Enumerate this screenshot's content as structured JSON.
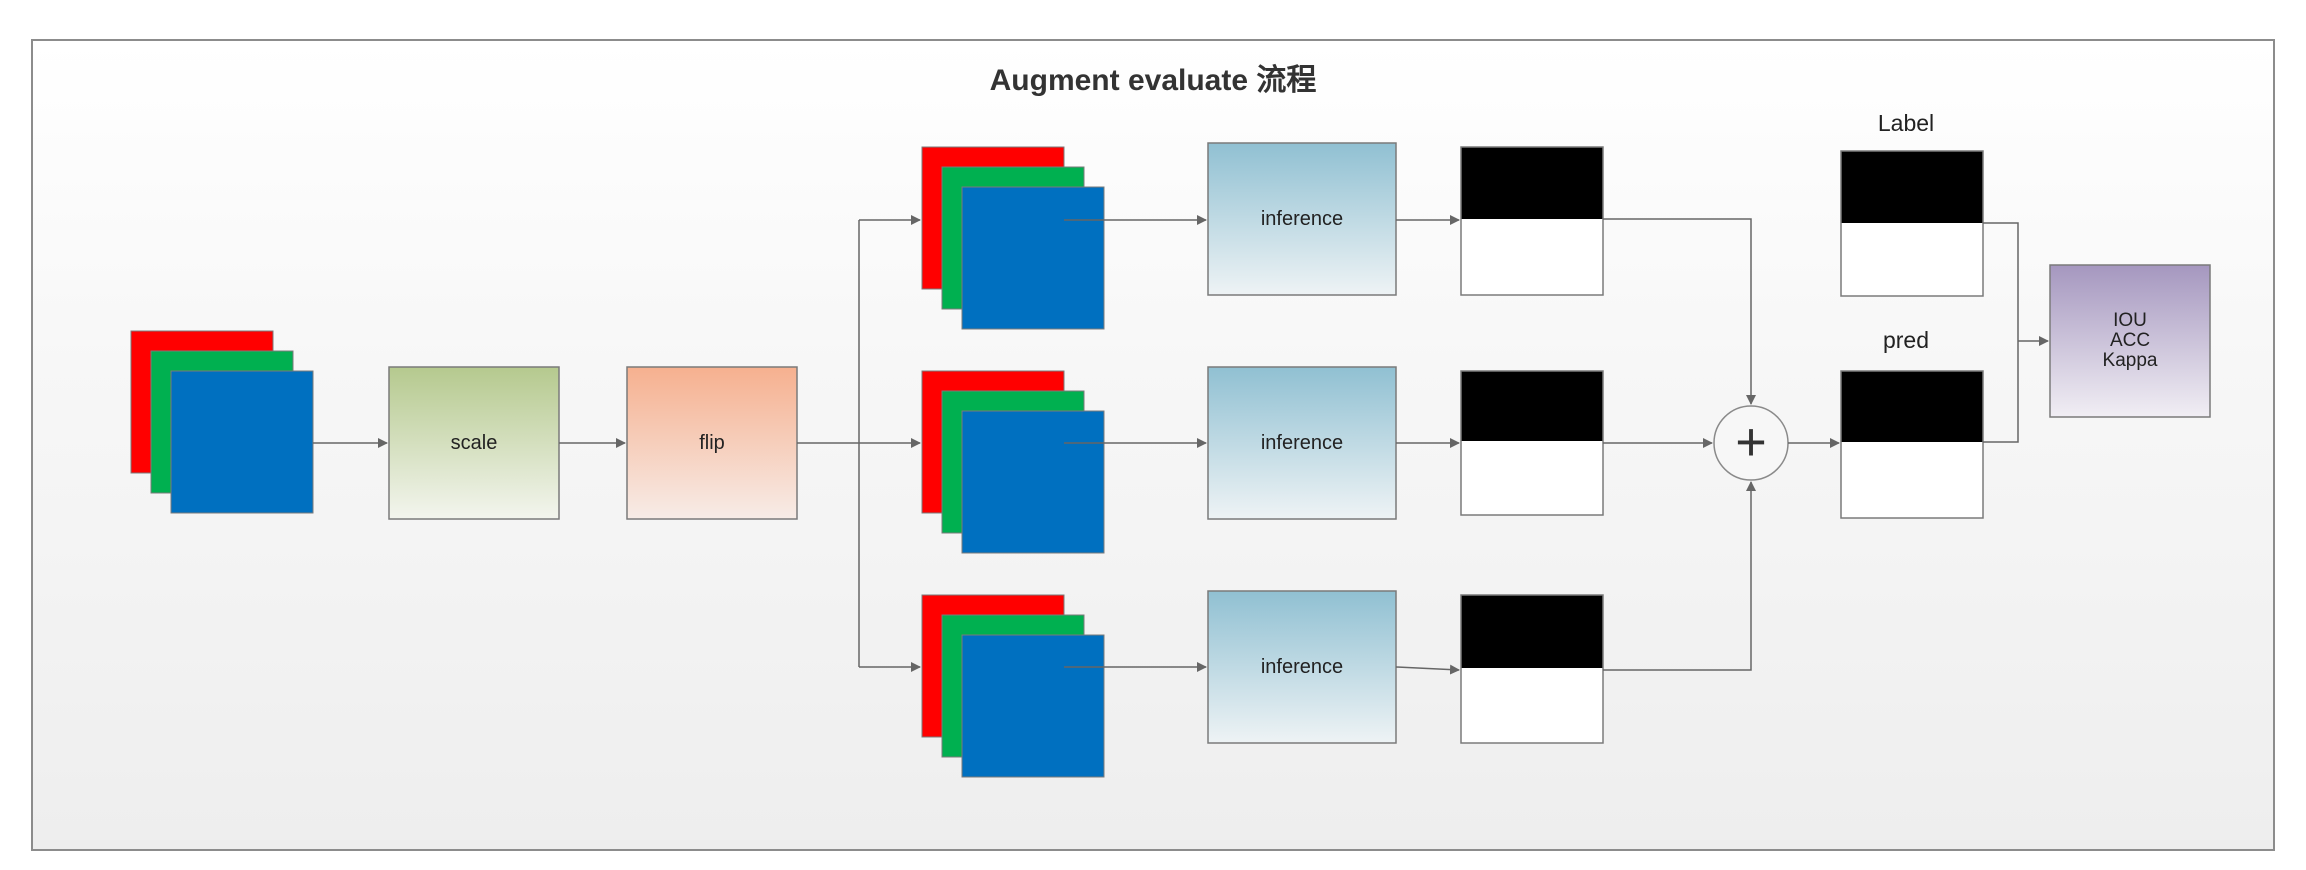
{
  "diagram": {
    "title": "Augment evaluate 流程",
    "steps": {
      "scale": "scale",
      "flip": "flip"
    },
    "inference_label": "inference",
    "combine_symbol": "+",
    "label_title": "Label",
    "pred_title": "pred",
    "metrics": [
      "IOU",
      "ACC",
      "Kappa"
    ],
    "colors": {
      "red_channel": "#ff0000",
      "green_channel": "#00b050",
      "blue_channel": "#0070c0",
      "scale_box": "#b5c98e",
      "flip_box": "#f6b08f",
      "inference_box": "#90c0d2",
      "metrics_box": "#a597bf",
      "mask_black": "#000000",
      "mask_white": "#ffffff",
      "connector": "#666666"
    }
  }
}
